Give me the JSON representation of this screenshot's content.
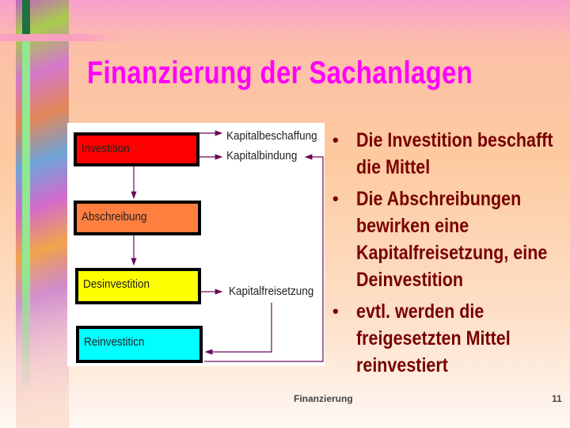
{
  "slide": {
    "title": "Finanzierung der Sachanlagen",
    "footer": "Finanzierung",
    "page_number": "11"
  },
  "diagram": {
    "boxes": [
      {
        "label": "Investition",
        "color": "#ff0000"
      },
      {
        "label": "Abschreibung",
        "color": "#ff7f3f"
      },
      {
        "label": "Desinvestition",
        "color": "#ffff00"
      },
      {
        "label": "Reinvestiticn",
        "color": "#00ffff"
      }
    ],
    "labels": {
      "beschaffung": "Kapitalbeschaffung",
      "bindung": "Kapitalbindung",
      "freisetzung": "Kapitalfreisetzung"
    },
    "arrow_color": "#6a0a5a"
  },
  "bullets": [
    "Die Investition beschafft die Mittel",
    "Die Abschreibungen bewirken eine Kapitalfreisetzung, eine Deinvestition",
    "evtl. werden die freigesetzten Mittel reinvestiert"
  ]
}
